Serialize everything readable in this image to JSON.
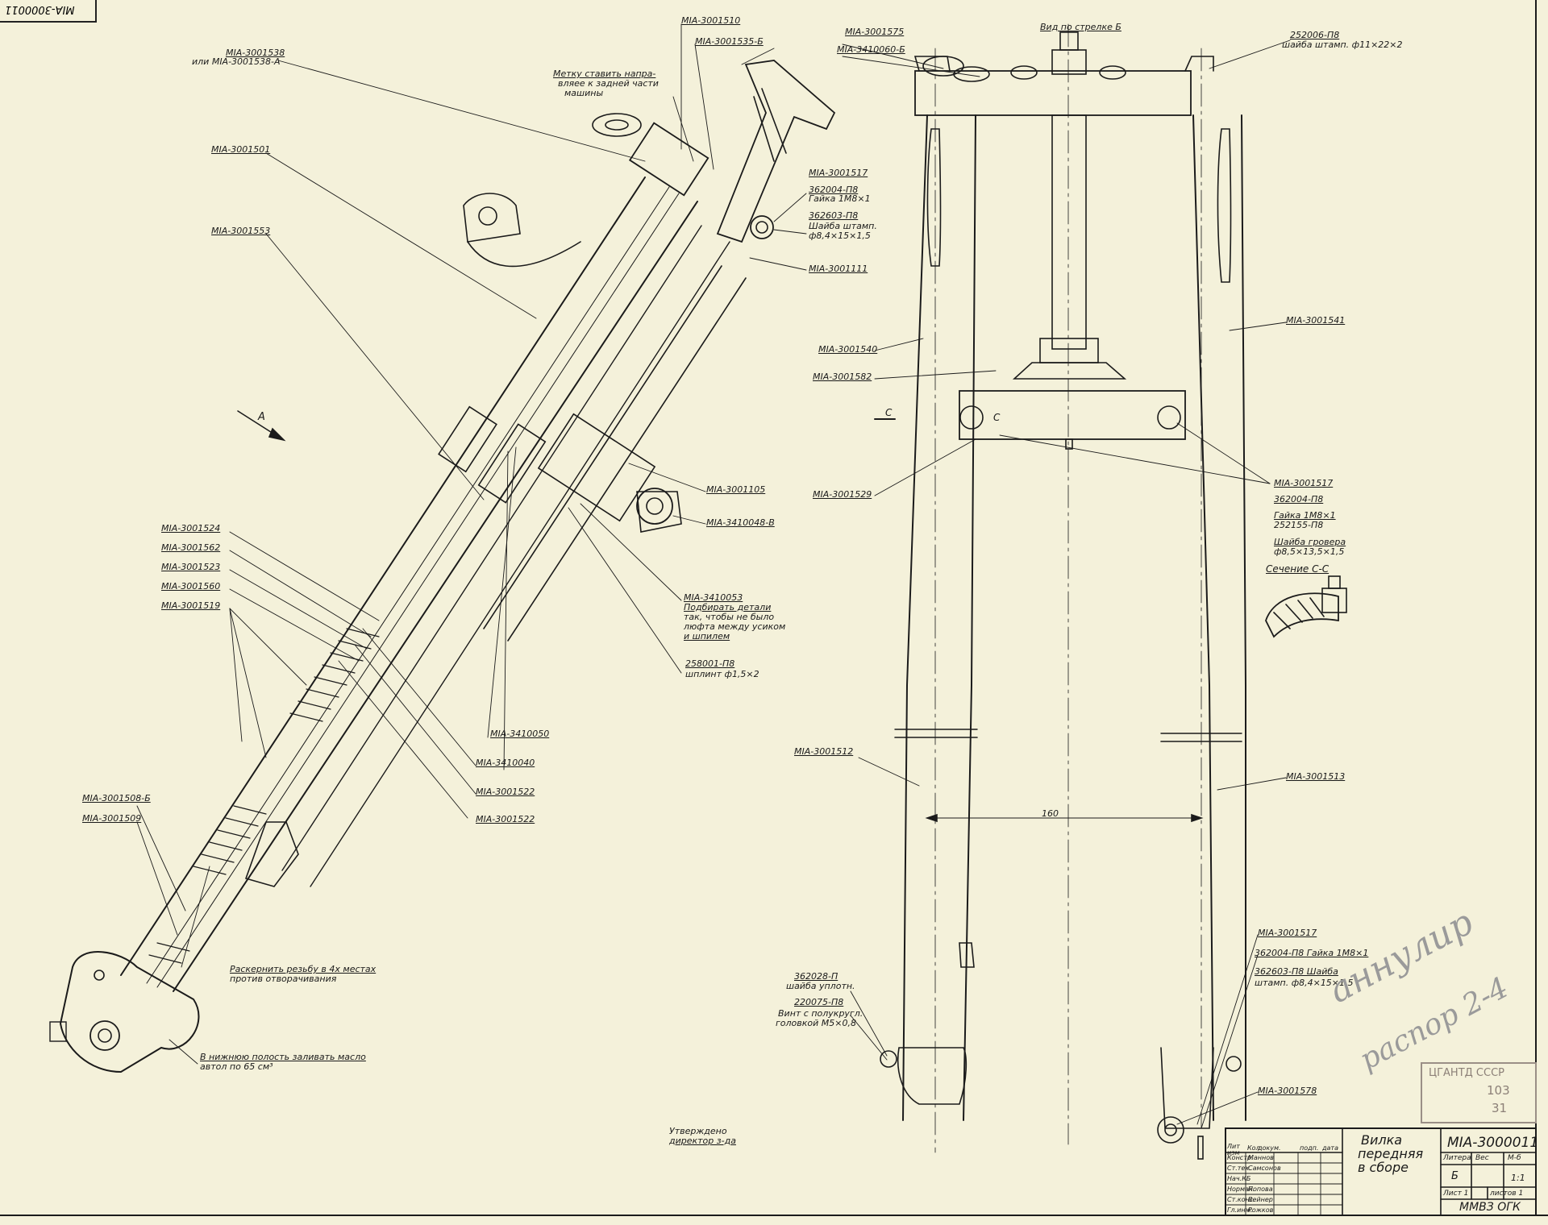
{
  "corner_code": "MIA-3000011",
  "view_label": "Вид по стрелке Б",
  "arrow_label": "A",
  "section_label": "Сечение С-С",
  "section_mark": "C",
  "dimension": "160",
  "left_labels": [
    "MIA-3001538",
    "или MIA-3001538-A",
    "MIA-3001501",
    "MIA-3001553",
    "MIA-3001524",
    "MIA-3001562",
    "MIA-3001523",
    "MIA-3001560",
    "MIA-3001519",
    "MIA-3001508-Б",
    "MIA-3001509"
  ],
  "center_labels": [
    "MIA-3001510",
    "MIA-3001535-Б",
    "Метку ставить напра-",
    "вляее к задней части",
    "машины",
    "MIA-3001517",
    "362004-П8",
    "Гайка 1М8×1",
    "362603-П8",
    "Шайба штамп.",
    "ф8,4×15×1,5",
    "MIA-3001111",
    "MIA-3001105",
    "MIA-3410048-B",
    "MIA-3410053",
    "Подбирать детали",
    "так, чтобы не было",
    "люфта между усиком",
    "и шпилем",
    "258001-П8",
    "шплинт ф1,5×2",
    "MIA-3410050",
    "MIA-3410040",
    "MIA-3001522",
    "MIA-3001522"
  ],
  "notes": [
    "Раскернить резьбу в 4х местах",
    "против отворачивания",
    "В нижнюю полость заливать масло",
    "автол по 65 см³",
    "Утверждено",
    "директор з-да"
  ],
  "right_labels": [
    "MIA-3001575",
    "MIA-3410060-Б",
    "252006-П8",
    "шайба штамп. ф11×22×2",
    "MIA-3001541",
    "MIA-3001540",
    "MIA-3001582",
    "MIA-3001529",
    "MIA-3001517",
    "362004-П8",
    "Гайка 1М8×1",
    "252155-П8",
    "Шайба гровера",
    "ф8,5×13,5×1,5",
    "MIA-3001512",
    "MIA-3001513",
    "362028-П",
    "шайба уплотн.",
    "220075-П8",
    "Винт с полукругл.",
    "головкой М5×0,8",
    "MIA-3001517",
    "362004-П8 Гайка 1М8×1",
    "362603-П8 Шайба",
    "штамп. ф8,4×15×1,5",
    "MIA-3001578"
  ],
  "pencil_note": [
    "аннулир",
    "распор 2-4"
  ],
  "stamp": [
    "ЦГАНТД СССР",
    "103",
    "31"
  ],
  "title_block": {
    "title_lines": [
      "Вилка",
      "передняя",
      "в сборе"
    ],
    "code": "MIA-3000011",
    "header_cells": [
      "Лит",
      "изм",
      "Кол",
      "докум.",
      "подп.",
      "дата"
    ],
    "roles": [
      "Констр.",
      "Ст.тех.",
      "Нач.КБ",
      "Нормак.",
      "Ст.конс.",
      "Гл.инж."
    ],
    "names": [
      "Маннов",
      "Самсонов",
      "",
      "Попова",
      "Вейнер",
      "Рожков"
    ],
    "litera_label": "Литера",
    "weight_label": "Вес",
    "scale_label": "М-б",
    "litera": "Б",
    "scale": "1:1",
    "sheet": "Лист 1",
    "sheets": "листов 1",
    "org": "ММВЗ ОГК"
  }
}
